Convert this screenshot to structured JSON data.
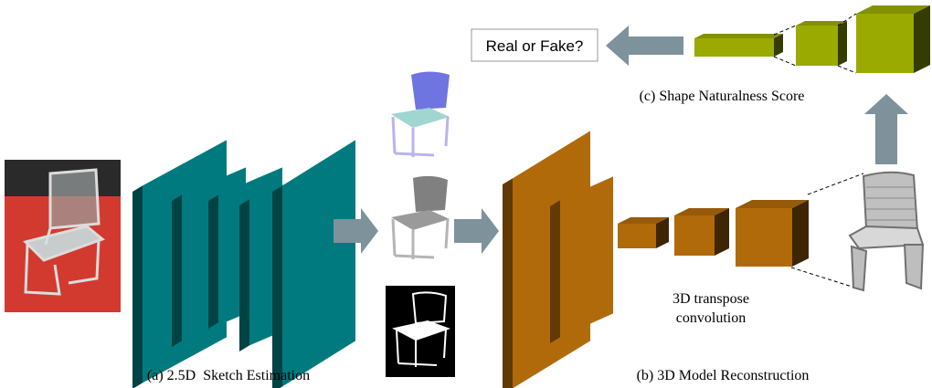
{
  "captions": {
    "sketch": "(a) 2.5D  Sketch Estimation",
    "reconstruction": "(b) 3D Model Reconstruction",
    "naturalness": "(c) Shape Naturalness  Score"
  },
  "labels": {
    "real_or_fake": "Real or Fake?",
    "transpose_line1": "3D transpose",
    "transpose_line2": "convolution"
  },
  "colors": {
    "encoder": "#007A7E",
    "decoder": "#B06A0A",
    "discriminator": "#9AAA00",
    "arrow": "#7D929B",
    "photo_floor": "#C8322A"
  }
}
